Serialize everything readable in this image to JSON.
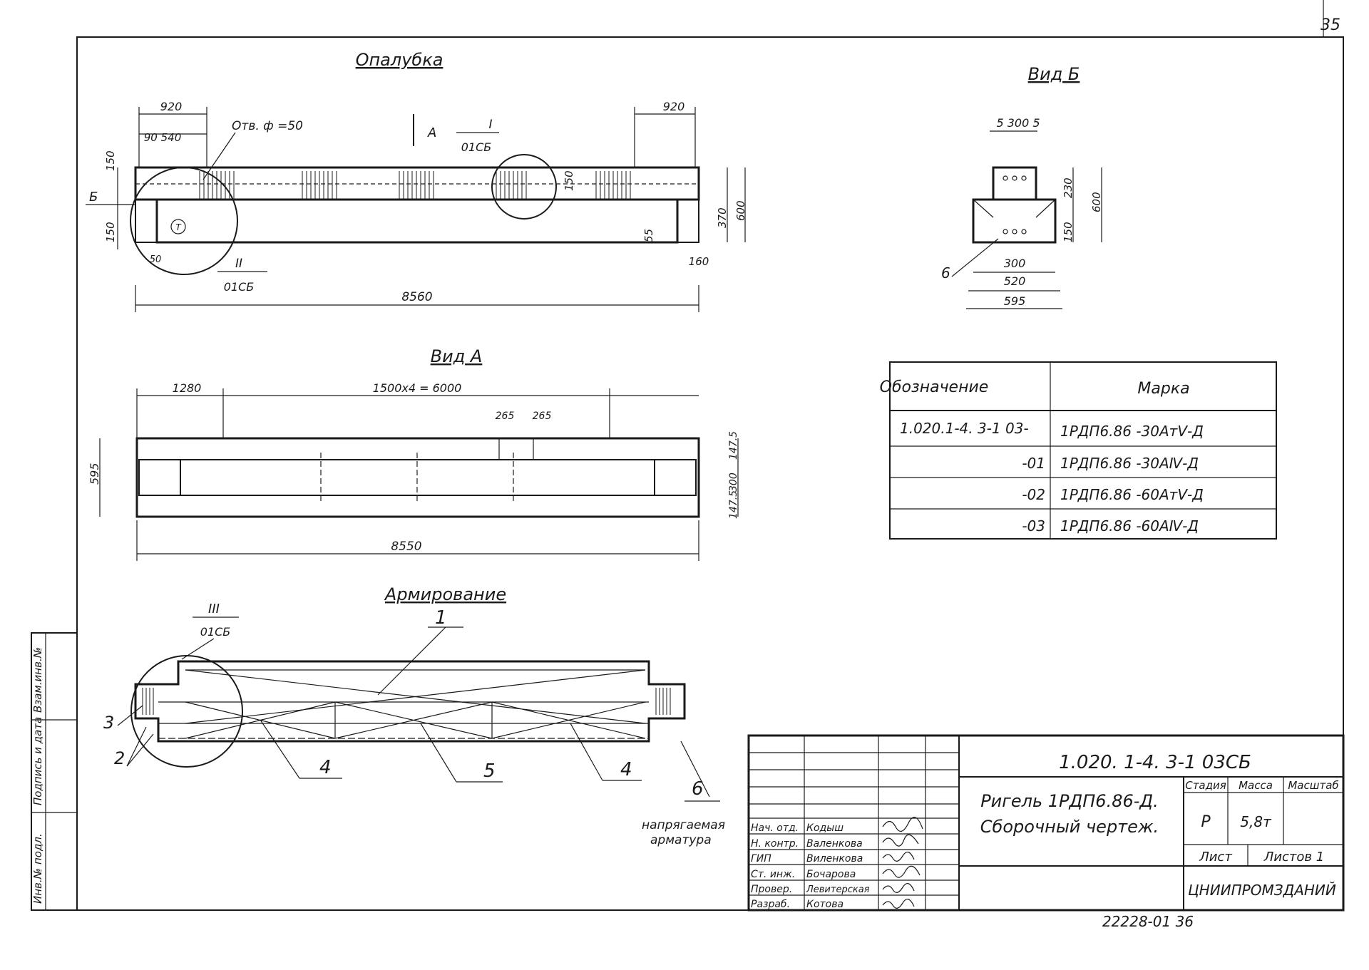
{
  "sheet_number": "35",
  "views": {
    "formwork": {
      "title": "Опалубка",
      "dims": {
        "top_left_920": "920",
        "top_left_90_540": "90 540",
        "hole": "Отв. ф =50",
        "arrow_a": "А",
        "node_i": "I",
        "node_i_ref": "01СБ",
        "top_right_920": "920",
        "left_150_top": "150",
        "left_150_bottom": "150",
        "left_b": "Б",
        "left_50": "50",
        "mid_150": "150",
        "right_55": "55",
        "right_370": "370",
        "right_600": "600",
        "right_160": "160",
        "node_ii": "II",
        "node_ii_ref": "01СБ",
        "bottom_8560": "8560",
        "circle_label": "T"
      }
    },
    "view_b": {
      "title": "Вид Б",
      "dims": {
        "top": "5 300 5",
        "d230": "230",
        "d600": "600",
        "d150": "150",
        "d300": "300",
        "d520": "520",
        "d595": "595",
        "label6": "6"
      }
    },
    "view_a": {
      "title": "Вид А",
      "dims": {
        "d1280": "1280",
        "d_span": "1500х4 = 6000",
        "d265a": "265",
        "d265b": "265",
        "d595": "595",
        "d147_5_top": "147.5",
        "d300": "300",
        "d147_5_bottom": "147.5",
        "d8550": "8550"
      }
    },
    "reinforcement": {
      "title": "Армирование",
      "node_iii": "III",
      "node_iii_ref": "01СБ",
      "callouts": [
        "1",
        "2",
        "3",
        "4",
        "5",
        "4",
        "6"
      ],
      "note_line1": "напрягаемая",
      "note_line2": "арматура"
    }
  },
  "marks_table": {
    "headers": [
      "Обозначение",
      "Марка"
    ],
    "rows": [
      {
        "designation": "1.020.1-4. 3-1 03-",
        "mark": "1РДП6.86 -30АтⅤ-Д"
      },
      {
        "designation": "-01",
        "mark": "1РДП6.86 -30АⅣ-Д"
      },
      {
        "designation": "-02",
        "mark": "1РДП6.86 -60АтⅤ-Д"
      },
      {
        "designation": "-03",
        "mark": "1РДП6.86 -60АⅣ-Д"
      }
    ]
  },
  "title_block": {
    "code": "1.020. 1-4. 3-1 03СБ",
    "name_line1": "Ригель 1РДП6.86-Д.",
    "name_line2": "Сборочный чертеж.",
    "stage_header": "Стадия",
    "mass_header": "Масса",
    "scale_header": "Масштаб",
    "stage": "Р",
    "mass": "5,8т",
    "sheet_label": "Лист",
    "sheets_label": "Листов 1",
    "org": "ЦНИИПРОМЗДАНИЙ",
    "signatures": [
      {
        "role": "Нач. отд.",
        "name": "Кодыш"
      },
      {
        "role": "Н. контр.",
        "name": "Валенкова"
      },
      {
        "role": "ГИП",
        "name": "Виленкова"
      },
      {
        "role": "Ст. инж.",
        "name": "Бочарова"
      },
      {
        "role": "Провер.",
        "name": "Левитерская"
      },
      {
        "role": "Разраб.",
        "name": "Котова"
      }
    ]
  },
  "side_stamp": {
    "col1": "Инв.№ подл.",
    "col2": "Подпись и дата",
    "col3": "Взам.инв.№"
  },
  "footer_code": "22228-01 36"
}
